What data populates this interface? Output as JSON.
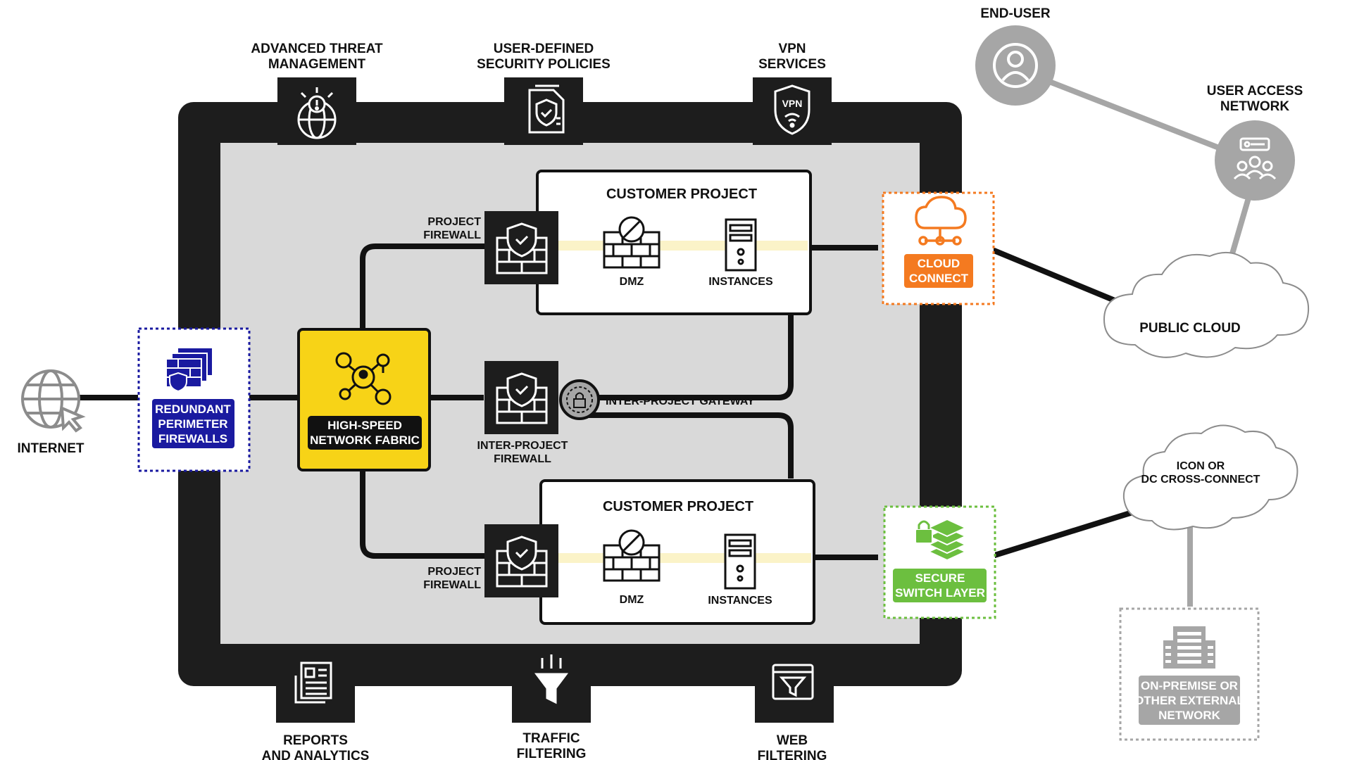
{
  "tabs": {
    "top_left": {
      "line1": "ADVANCED THREAT",
      "line2": "MANAGEMENT",
      "icon": "globe-threat-icon"
    },
    "top_mid": {
      "line1": "USER-DEFINED",
      "line2": "SECURITY POLICIES",
      "icon": "policy-document-shield-icon"
    },
    "top_right": {
      "line1": "VPN",
      "line2": "SERVICES",
      "icon": "vpn-shield-icon",
      "icon_text": "VPN"
    },
    "bottom_left": {
      "line1": "REPORTS",
      "line2": "AND ANALYTICS",
      "icon": "report-analytics-icon"
    },
    "bottom_mid": {
      "line1": "TRAFFIC",
      "line2": "FILTERING",
      "icon": "funnel-filter-icon"
    },
    "bottom_right": {
      "line1": "WEB",
      "line2": "FILTERING",
      "icon": "web-filter-icon"
    }
  },
  "internet": {
    "label": "INTERNET",
    "icon": "globe-cursor-icon"
  },
  "perimeter": {
    "line1": "REDUNDANT",
    "line2": "PERIMETER",
    "line3": "FIREWALLS",
    "icon": "firewall-stack-icon",
    "color": "#1a1aa0"
  },
  "fabric": {
    "line1": "HIGH-SPEED",
    "line2": "NETWORK FABRIC",
    "icon": "network-people-icon",
    "color": "#f7d317"
  },
  "project_top": {
    "title": "CUSTOMER PROJECT",
    "firewall_line1": "PROJECT",
    "firewall_line2": "FIREWALL",
    "dmz": "DMZ",
    "instances": "INSTANCES"
  },
  "project_bottom": {
    "title": "CUSTOMER PROJECT",
    "firewall_line1": "PROJECT",
    "firewall_line2": "FIREWALL",
    "dmz": "DMZ",
    "instances": "INSTANCES"
  },
  "inter_firewall": {
    "line1": "INTER-PROJECT",
    "line2": "FIREWALL"
  },
  "gateway": {
    "label": "INTER-PROJECT GATEWAY",
    "icon": "gateway-lock-icon"
  },
  "cloud_connect": {
    "line1": "CLOUD",
    "line2": "CONNECT",
    "icon": "cloud-network-icon",
    "color": "#f47a20"
  },
  "secure_switch": {
    "line1": "SECURE",
    "line2": "SWITCH LAYER",
    "icon": "layers-lock-icon",
    "color": "#6cbf3f"
  },
  "end_user": {
    "label": "END-USER",
    "icon": "user-icon"
  },
  "user_access": {
    "line1": "USER ACCESS",
    "line2": "NETWORK",
    "icon": "user-group-key-icon"
  },
  "public_cloud": {
    "label": "PUBLIC CLOUD"
  },
  "cross_connect": {
    "line1": "ICON OR",
    "line2": "DC CROSS-CONNECT"
  },
  "on_prem": {
    "line1": "ON-PREMISE OR",
    "line2": "OTHER EXTERNAL",
    "line3": "NETWORK",
    "icon": "server-building-icon"
  },
  "colors": {
    "frame": "#1d1d1d",
    "inner": "#d9d9d9",
    "grey": "#a6a6a6",
    "highlight": "#fbf3c8"
  }
}
